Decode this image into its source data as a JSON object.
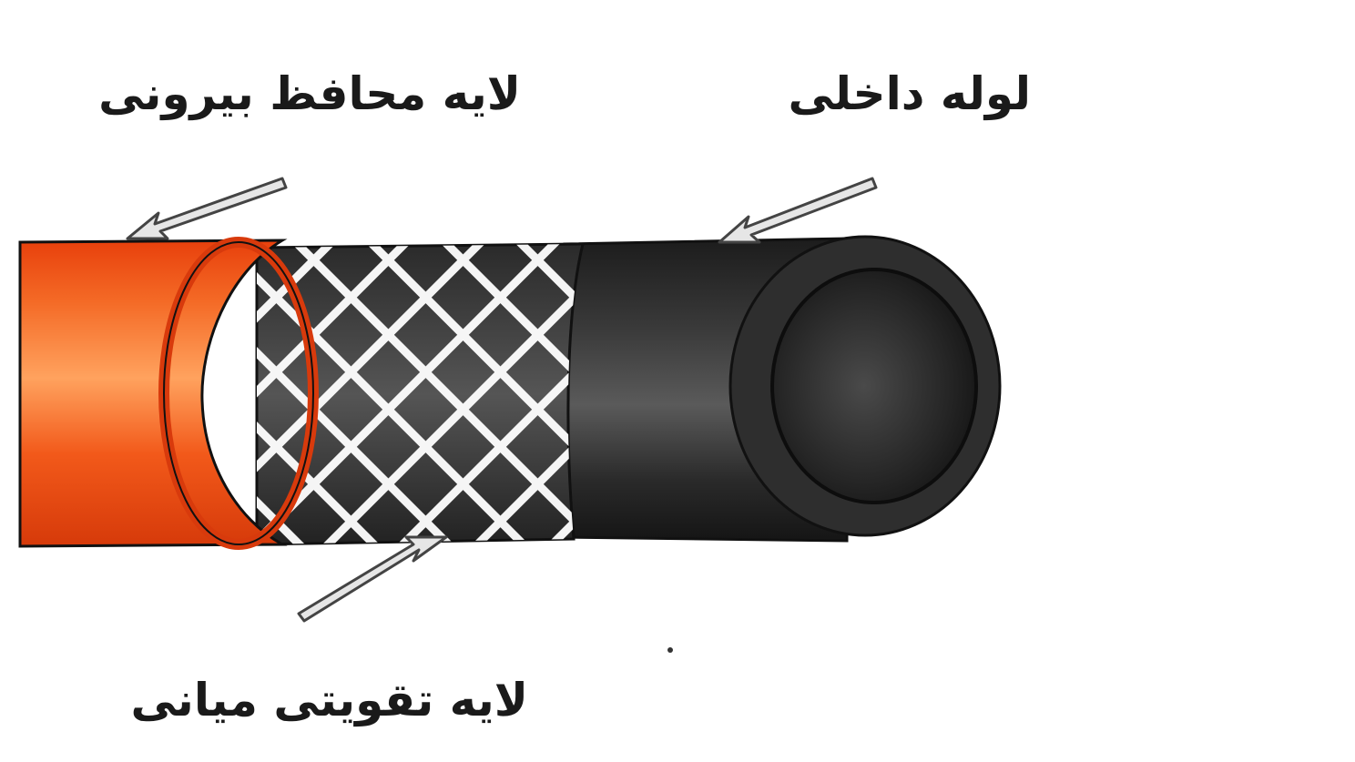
{
  "labels": {
    "outer_cover": "لایه محافظ بیرونی",
    "inner_tube": "لوله داخلی",
    "reinforcement": "لایه تقویتی میانی"
  },
  "colors": {
    "outer_cover": "#f04a10",
    "outer_cover_highlight": "#ff9a55",
    "inner_tube": "#2b2b2b",
    "reinforcement_mesh": "#ffffff",
    "arrow_fill": "#e6e6e6",
    "arrow_stroke": "#444444",
    "label_text": "#1a1a1a"
  }
}
